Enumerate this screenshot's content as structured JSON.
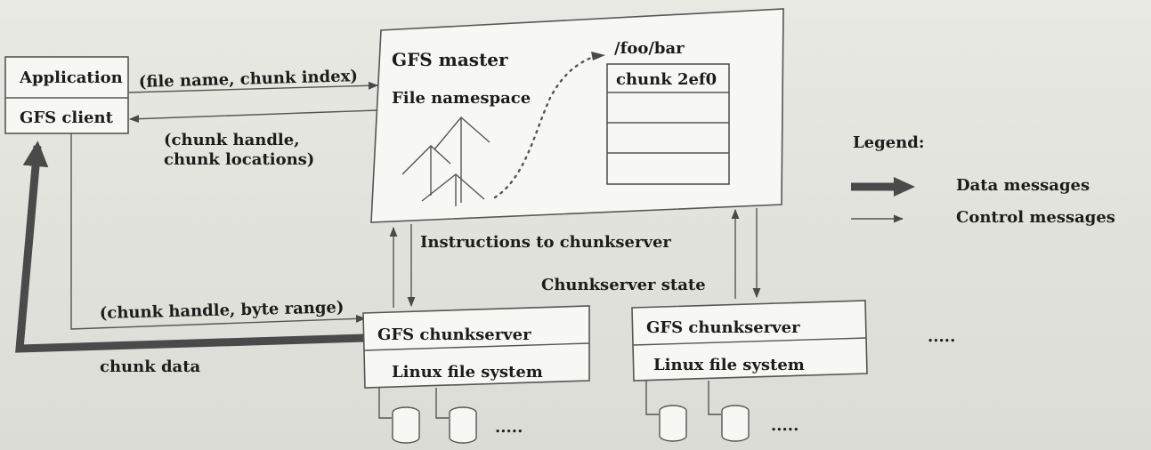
{
  "client": {
    "application": "Application",
    "gfs_client": "GFS client"
  },
  "master": {
    "title": "GFS master",
    "namespace": "File namespace",
    "path": "/foo/bar",
    "chunk_entry": "chunk 2ef0"
  },
  "messages": {
    "request": "(file name, chunk index)",
    "reply_line1": "(chunk handle,",
    "reply_line2": "chunk locations)",
    "instructions": "Instructions to chunkserver",
    "state": "Chunkserver state",
    "read_request": "(chunk handle, byte range)",
    "chunk_data": "chunk data"
  },
  "chunkservers": [
    {
      "title": "GFS chunkserver",
      "fs": "Linux file system",
      "more": "....."
    },
    {
      "title": "GFS chunkserver",
      "fs": "Linux file system",
      "more": "....."
    }
  ],
  "more_servers": ".....",
  "legend": {
    "title": "Legend:",
    "data": "Data messages",
    "control": "Control messages"
  },
  "colors": {
    "line": "#555555",
    "thick_arrow": "#4a4a4a",
    "box_fill": "#f7f7f4"
  }
}
